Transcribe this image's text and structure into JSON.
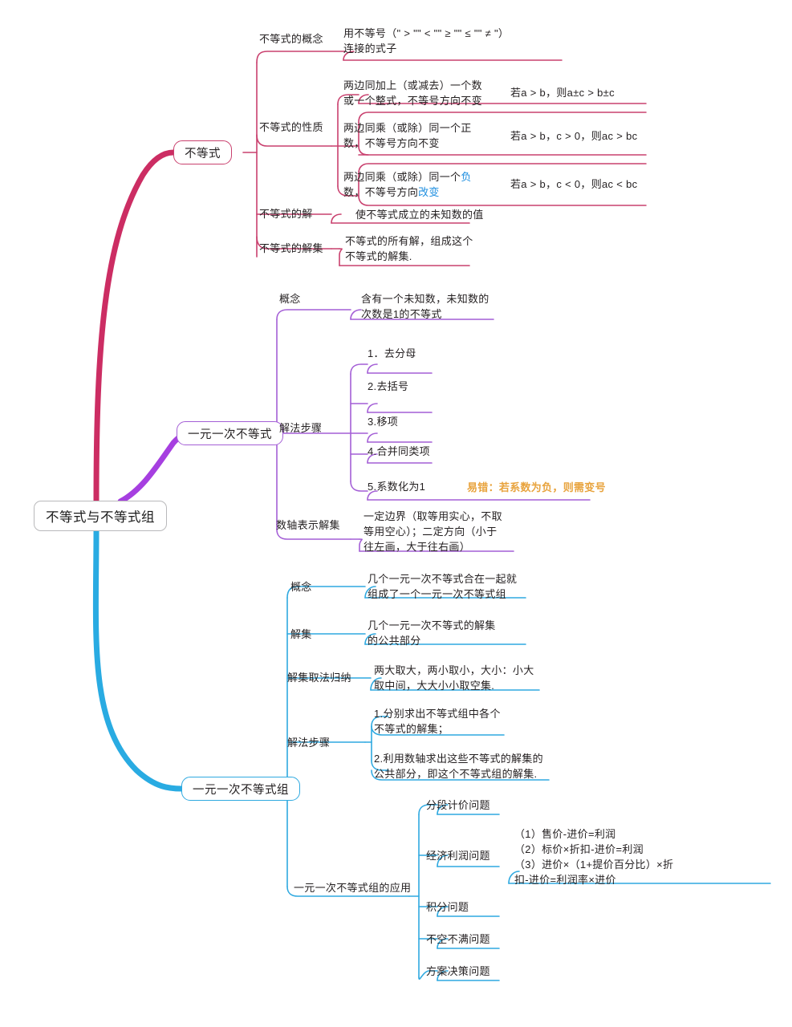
{
  "root": {
    "label": "不等式与不等式组"
  },
  "colors": {
    "pink": "#c9406e",
    "purple": "#a45fd6",
    "blue": "#2fa9e0",
    "warn": "#e8a33d",
    "highlight": "#1f8fe0",
    "root_border": "#b9b9bb"
  },
  "branch_pink": {
    "label": "不等式",
    "items": [
      {
        "label": "不等式的概念",
        "text": "用不等号（\" > \"\" < \"\" ≥ \"\" ≤ \"\" ≠ \"）\n连接的式子",
        "rhs": ""
      },
      {
        "label": "不等式的性质",
        "children": [
          {
            "text": "两边同加上（或减去）一个数\n或一个整式，不等号方向不变",
            "rhs": "若a > b，则a±c > b±c"
          },
          {
            "text": "两边同乘（或除）同一个正\n数，不等号方向不变",
            "rhs": "若a > b，c > 0，则ac > bc"
          },
          {
            "text_pre": "两边同乘（或除）同一个",
            "hl1": "负",
            "text_mid": "\n数",
            "text_mid2": "，不等号方向",
            "hl2": "改变",
            "rhs": "若a > b，c < 0，则ac < bc"
          }
        ]
      },
      {
        "label": "不等式的解",
        "text": "使不等式成立的未知数的值",
        "rhs": ""
      },
      {
        "label": "不等式的解集",
        "text": "不等式的所有解，组成这个\n不等式的解集.",
        "rhs": ""
      }
    ]
  },
  "branch_purple": {
    "label": "一元一次不等式",
    "items": [
      {
        "label": "概念",
        "text": "含有一个未知数，未知数的\n次数是1的不等式"
      },
      {
        "label": "解法步骤",
        "steps": [
          {
            "text": "1．去分母",
            "warn": ""
          },
          {
            "text": "2.去括号",
            "warn": ""
          },
          {
            "text": "3.移项",
            "warn": ""
          },
          {
            "text": "4.合并同类项",
            "warn": ""
          },
          {
            "text": "5.系数化为1",
            "warn": "易错：若系数为负，则需变号"
          }
        ]
      },
      {
        "label": "数轴表示解集",
        "text": "一定边界（取等用实心，不取\n等用空心）；二定方向（小于\n往左画，大于往右画）"
      }
    ]
  },
  "branch_blue": {
    "label": "一元一次不等式组",
    "items": [
      {
        "label": "概念",
        "text": "几个一元一次不等式合在一起就\n组成了一个一元一次不等式组"
      },
      {
        "label": "解集",
        "text": "几个一元一次不等式的解集\n的公共部分"
      },
      {
        "label": "解集取法归纳",
        "text": "两大取大，两小取小，大小：小大\n取中间，大大小小取空集."
      },
      {
        "label": "解法步骤",
        "steps": [
          {
            "text": "1.分别求出不等式组中各个\n不等式的解集；"
          },
          {
            "text": "2.利用数轴求出这些不等式的解集的\n公共部分，即这个不等式组的解集."
          }
        ]
      },
      {
        "label": "一元一次不等式组的应用",
        "apps": [
          {
            "label": "分段计价问题",
            "text": ""
          },
          {
            "label": "经济利润问题",
            "text": "（1）售价-进价=利润\n（2）标价×折扣-进价=利润\n（3）进价×（1+提价百分比）×折\n扣-进价=利润率×进价"
          },
          {
            "label": "积分问题",
            "text": ""
          },
          {
            "label": "不空不满问题",
            "text": ""
          },
          {
            "label": "方案决策问题",
            "text": ""
          }
        ]
      }
    ]
  }
}
